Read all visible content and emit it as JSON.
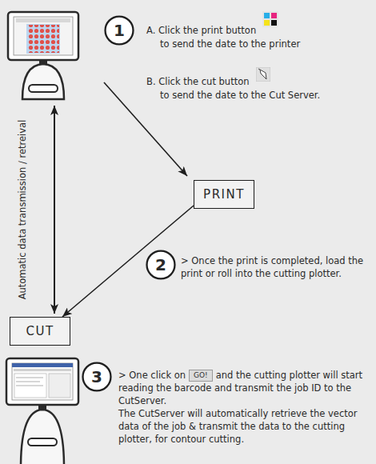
{
  "diagram": {
    "nodes": [
      {
        "text": [
          "1"
        ]
      },
      {
        "text": [
          "PRINT"
        ]
      },
      {
        "text": [
          "2"
        ]
      },
      {
        "text": [
          "CUT"
        ]
      },
      {
        "text": [
          "3"
        ]
      }
    ],
    "edges": [
      {
        "from": 1,
        "to": 3,
        "arrow": "to"
      }
    ],
    "labels": [
      "A. Click the print button",
      "to send the date to the printer",
      "B. Click the cut button",
      "to send the date to the Cut Server.",
      "Automatic data transmission / retreival",
      "> Once the print is completed, load the print or roll into the cutting plotter.",
      "> One click on",
      "GO!",
      "and the cutting plotter will start reading the barcode and transmit the job ID to the CutServer.",
      "The CutServer will automatically retrieve the vector data of the job & transmit the data to the cutting plotter, for contour cutting."
    ]
  }
}
